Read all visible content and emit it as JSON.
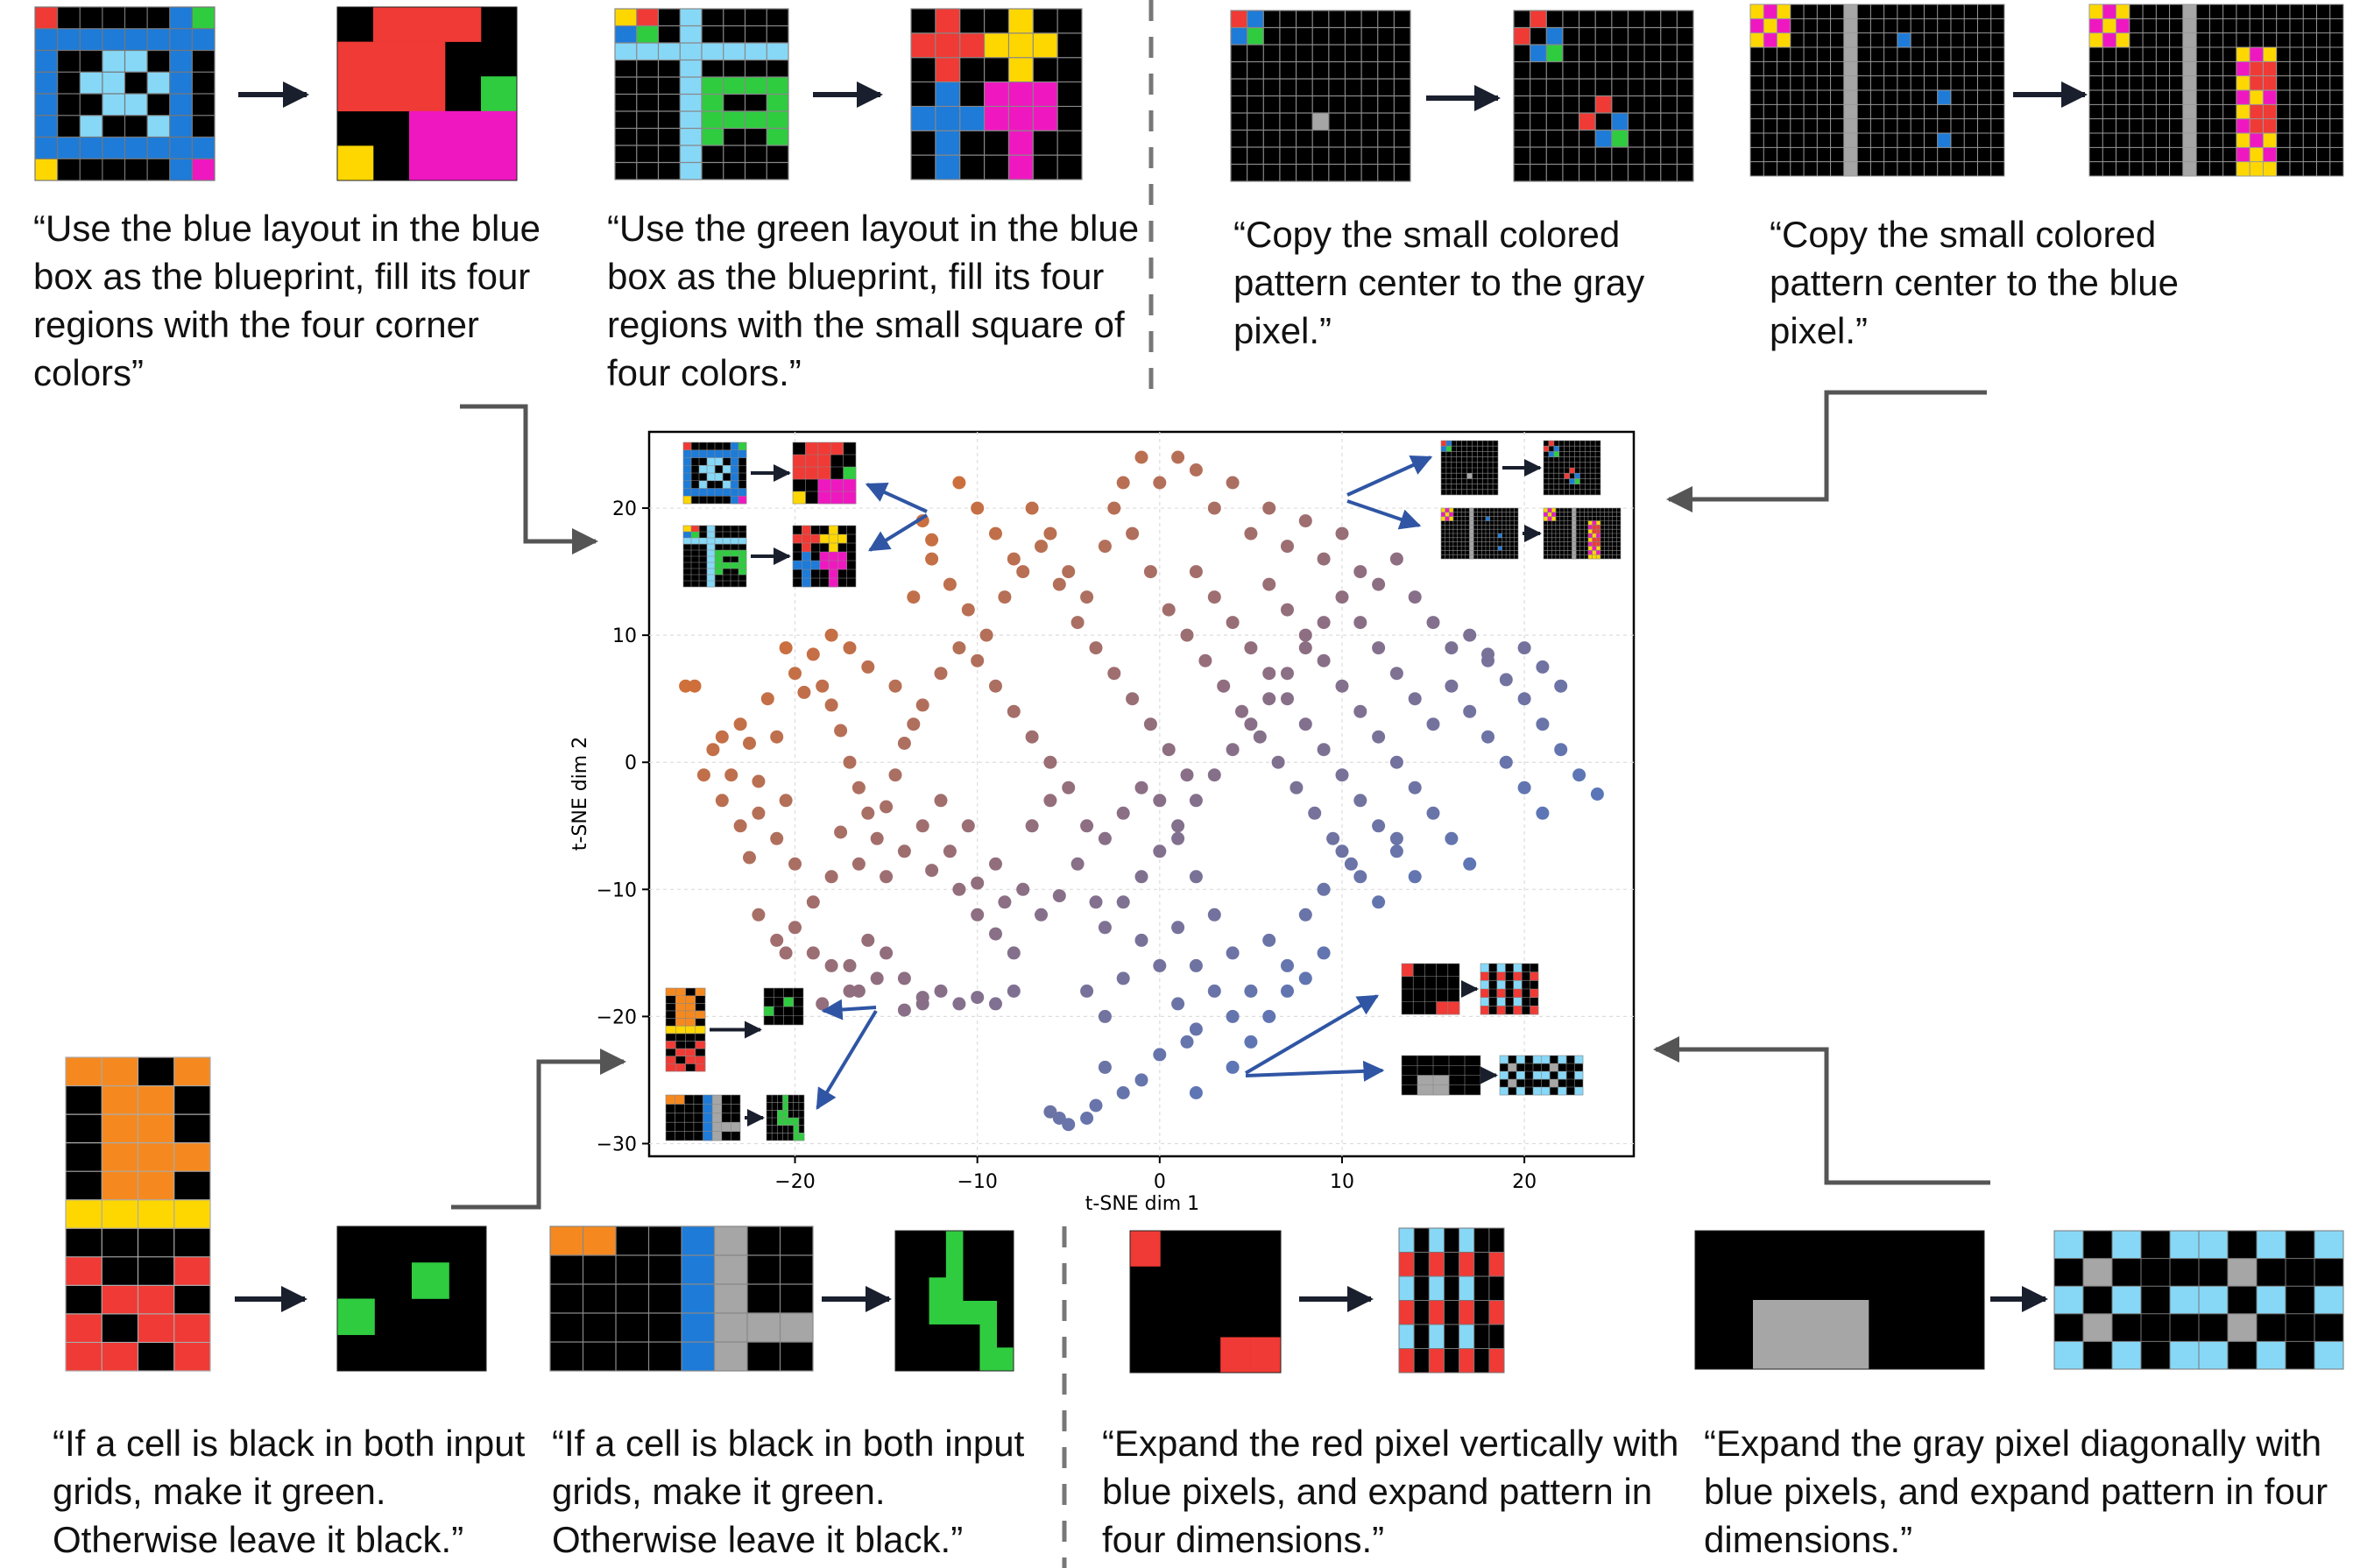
{
  "palette": {
    "black": "#000000",
    "blue": "#1e7bd8",
    "light_blue": "#87d8f7",
    "red": "#f03a35",
    "green": "#2fcc40",
    "yellow": "#ffd700",
    "magenta": "#ef18c0",
    "gray": "#a6a6a6",
    "orange": "#f5891f",
    "grid_line": "#888888",
    "connector": "#555555",
    "arrow_dark": "#1a1f2e",
    "annotation_arrow": "#2f55a4",
    "divider": "#777777"
  },
  "examples": {
    "blueprint_corner": "“Use the blue layout in the blue box as the blueprint, fill its four regions with the four corner colors”",
    "blueprint_square": "“Use the green layout in the blue box as the blueprint, fill its four regions with the small square of four colors.”",
    "copy_gray": "“Copy the small colored pattern center to the gray pixel.”",
    "copy_blue": "“Copy the small colored pattern center to the blue pixel.”",
    "black_both_1": "“If a cell is black in both input grids, make it green. Otherwise leave it black.”",
    "black_both_2": "“If a cell is black in both input grids, make it green. Otherwise leave it black.”",
    "expand_red": "“Expand the red pixel vertically with blue pixels, and expand pattern in four dimensions.”",
    "expand_gray": "“Expand the gray pixel diagonally with blue pixels, and expand pattern in four dimensions.”"
  },
  "chart_data": {
    "type": "scatter",
    "title": "",
    "xlabel": "t-SNE dim 1",
    "ylabel": "t-SNE dim 2",
    "xlim": [
      -28,
      26
    ],
    "ylim": [
      -31,
      26
    ],
    "xticks": [
      -20,
      -10,
      0,
      10,
      20
    ],
    "xtick_labels": [
      "−20",
      "−10",
      "0",
      "10",
      "20"
    ],
    "yticks": [
      20,
      10,
      0,
      -10,
      -20,
      -30
    ],
    "ytick_labels": [
      "20",
      "10",
      "0",
      "−10",
      "−20",
      "−30"
    ],
    "grid": true,
    "legend": "none",
    "color_encoding": "gradient orange (#e8701f) to blue (#3d7bd8) by cluster position",
    "points": [
      [
        -26,
        6
      ],
      [
        -25.5,
        6
      ],
      [
        -24,
        2
      ],
      [
        -24.5,
        1
      ],
      [
        -23.5,
        -1
      ],
      [
        -23,
        3
      ],
      [
        -22.5,
        1.5
      ],
      [
        -22,
        -1.5
      ],
      [
        -21.5,
        5
      ],
      [
        -21,
        2
      ],
      [
        -20.5,
        -3
      ],
      [
        -20,
        7
      ],
      [
        -19.5,
        5.5
      ],
      [
        -19,
        8.5
      ],
      [
        -18.5,
        6
      ],
      [
        -18,
        4.5
      ],
      [
        -17.5,
        2.5
      ],
      [
        -17,
        0
      ],
      [
        -16.5,
        -2
      ],
      [
        -16,
        -4
      ],
      [
        -15.5,
        -6
      ],
      [
        -15,
        -3.5
      ],
      [
        -14.5,
        -1
      ],
      [
        -14,
        1.5
      ],
      [
        -13.5,
        3
      ],
      [
        -13,
        4.5
      ],
      [
        -22,
        -4
      ],
      [
        -21,
        -6
      ],
      [
        -20,
        -8
      ],
      [
        -23,
        -5
      ],
      [
        -24,
        -3
      ],
      [
        -25,
        -1
      ],
      [
        -22.5,
        -7.5
      ],
      [
        -19,
        -11
      ],
      [
        -18,
        -9
      ],
      [
        -17.5,
        -5.5
      ],
      [
        -16.5,
        -8
      ],
      [
        -15,
        -9
      ],
      [
        -14,
        -7
      ],
      [
        -13,
        -5
      ],
      [
        -12,
        -3
      ],
      [
        -11.5,
        -7
      ],
      [
        -10.5,
        -5
      ],
      [
        -10,
        -9.5
      ],
      [
        -9,
        -8
      ],
      [
        -8.5,
        -11
      ],
      [
        -7.5,
        -10
      ],
      [
        -6.5,
        -12
      ],
      [
        -5.5,
        -10.5
      ],
      [
        -4.5,
        -8
      ],
      [
        -3.5,
        -11
      ],
      [
        -12.5,
        -8.5
      ],
      [
        -20.5,
        9
      ],
      [
        -18,
        10
      ],
      [
        -17,
        9
      ],
      [
        -16,
        7.5
      ],
      [
        -14.5,
        6
      ],
      [
        -12,
        7
      ],
      [
        -11,
        9
      ],
      [
        -10,
        8
      ],
      [
        -9,
        6
      ],
      [
        -8,
        4
      ],
      [
        -7,
        2
      ],
      [
        -6,
        0
      ],
      [
        -5,
        -2
      ],
      [
        -13.5,
        13
      ],
      [
        -12.5,
        16
      ],
      [
        -11.5,
        14
      ],
      [
        -10.5,
        12
      ],
      [
        -9.5,
        10
      ],
      [
        -8.5,
        13
      ],
      [
        -7.5,
        15
      ],
      [
        -6.5,
        17
      ],
      [
        -5.5,
        14
      ],
      [
        -4.5,
        11
      ],
      [
        -3.5,
        9
      ],
      [
        -2.5,
        7
      ],
      [
        -1.5,
        5
      ],
      [
        -0.5,
        3
      ],
      [
        0.5,
        1
      ],
      [
        1.5,
        -1
      ],
      [
        -13,
        19
      ],
      [
        -12.5,
        17.5
      ],
      [
        -11,
        22
      ],
      [
        -10,
        20
      ],
      [
        -9,
        18
      ],
      [
        -8,
        16
      ],
      [
        -7,
        20
      ],
      [
        -6,
        18
      ],
      [
        -5,
        15
      ],
      [
        -4,
        13
      ],
      [
        -3,
        17
      ],
      [
        -2,
        22
      ],
      [
        -1,
        24
      ],
      [
        0,
        22
      ],
      [
        1,
        24
      ],
      [
        2,
        23
      ],
      [
        3,
        20
      ],
      [
        4,
        22
      ],
      [
        5,
        18
      ],
      [
        6,
        20
      ],
      [
        7,
        17
      ],
      [
        8,
        19
      ],
      [
        9,
        16
      ],
      [
        10,
        18
      ],
      [
        11,
        15
      ],
      [
        12,
        14
      ],
      [
        13,
        16
      ],
      [
        14,
        13
      ],
      [
        15,
        11
      ],
      [
        -2.5,
        20
      ],
      [
        -1.5,
        18
      ],
      [
        -0.5,
        15
      ],
      [
        0.5,
        12
      ],
      [
        1.5,
        10
      ],
      [
        2.5,
        8
      ],
      [
        3.5,
        6
      ],
      [
        4.5,
        4
      ],
      [
        5.5,
        2
      ],
      [
        6.5,
        0
      ],
      [
        7.5,
        -2
      ],
      [
        8.5,
        -4
      ],
      [
        9.5,
        -6
      ],
      [
        10.5,
        -8
      ],
      [
        2,
        15
      ],
      [
        3,
        13
      ],
      [
        4,
        11
      ],
      [
        5,
        9
      ],
      [
        6,
        7
      ],
      [
        7,
        5
      ],
      [
        8,
        3
      ],
      [
        9,
        1
      ],
      [
        10,
        -1
      ],
      [
        11,
        -3
      ],
      [
        12,
        -5
      ],
      [
        13,
        -7
      ],
      [
        14,
        -9
      ],
      [
        6,
        14
      ],
      [
        7,
        12
      ],
      [
        8,
        10
      ],
      [
        9,
        8
      ],
      [
        10,
        6
      ],
      [
        11,
        4
      ],
      [
        12,
        2
      ],
      [
        13,
        0
      ],
      [
        14,
        -2
      ],
      [
        15,
        -4
      ],
      [
        16,
        -6
      ],
      [
        17,
        -8
      ],
      [
        16,
        6
      ],
      [
        17,
        4
      ],
      [
        18,
        2
      ],
      [
        19,
        0
      ],
      [
        20,
        -2
      ],
      [
        21,
        -4
      ],
      [
        18,
        8
      ],
      [
        19,
        6.5
      ],
      [
        20,
        5
      ],
      [
        21,
        3
      ],
      [
        22,
        1
      ],
      [
        23,
        -1
      ],
      [
        24,
        -2.5
      ],
      [
        20,
        9
      ],
      [
        21,
        7.5
      ],
      [
        22,
        6
      ],
      [
        16,
        9
      ],
      [
        17,
        10
      ],
      [
        18,
        8.5
      ],
      [
        15,
        3
      ],
      [
        14,
        5
      ],
      [
        13,
        7
      ],
      [
        12,
        9
      ],
      [
        11,
        11
      ],
      [
        10,
        13
      ],
      [
        9,
        11
      ],
      [
        8,
        9
      ],
      [
        7,
        7
      ],
      [
        6,
        5
      ],
      [
        5,
        3
      ],
      [
        4,
        1
      ],
      [
        3,
        -1
      ],
      [
        2,
        -3
      ],
      [
        1,
        -5
      ],
      [
        0,
        -7
      ],
      [
        -1,
        -9
      ],
      [
        -2,
        -11
      ],
      [
        -3,
        -13
      ],
      [
        0,
        -3
      ],
      [
        1,
        -6
      ],
      [
        2,
        -9
      ],
      [
        3,
        -12
      ],
      [
        4,
        -15
      ],
      [
        5,
        -18
      ],
      [
        6,
        -14
      ],
      [
        7,
        -16
      ],
      [
        8,
        -12
      ],
      [
        9,
        -10
      ],
      [
        10,
        -7
      ],
      [
        11,
        -9
      ],
      [
        12,
        -11
      ],
      [
        13,
        -6
      ],
      [
        -1,
        -14
      ],
      [
        0,
        -16
      ],
      [
        1,
        -13
      ],
      [
        2,
        -16
      ],
      [
        3,
        -18
      ],
      [
        4,
        -20
      ],
      [
        5,
        -22
      ],
      [
        1,
        -19
      ],
      [
        2,
        -21
      ],
      [
        0,
        -23
      ],
      [
        -1,
        -25
      ],
      [
        -2,
        -26
      ],
      [
        -3,
        -24
      ],
      [
        -4,
        -28
      ],
      [
        -5,
        -28.5
      ],
      [
        -5.5,
        -28
      ],
      [
        -6,
        -27.5
      ],
      [
        -3.5,
        -27
      ],
      [
        2,
        -26
      ],
      [
        4,
        -24
      ],
      [
        1.5,
        -22
      ],
      [
        -3,
        -20
      ],
      [
        -4,
        -18
      ],
      [
        -2,
        -17
      ],
      [
        6,
        -20
      ],
      [
        7,
        -18
      ],
      [
        8,
        -17
      ],
      [
        9,
        -15
      ],
      [
        -8,
        -15
      ],
      [
        -9,
        -13.5
      ],
      [
        -10,
        -12
      ],
      [
        -11,
        -10
      ],
      [
        -12,
        -18
      ],
      [
        -13,
        -19
      ],
      [
        -14,
        -17
      ],
      [
        -15,
        -15
      ],
      [
        -16,
        -14
      ],
      [
        -17,
        -18
      ],
      [
        -18,
        -16
      ],
      [
        -19,
        -15
      ],
      [
        -20,
        -13
      ],
      [
        -11,
        -19
      ],
      [
        -10,
        -18.5
      ],
      [
        -9,
        -19
      ],
      [
        -8,
        -18
      ],
      [
        -22,
        -12
      ],
      [
        -21,
        -14
      ],
      [
        -20.5,
        -15
      ],
      [
        -6,
        -3
      ],
      [
        -4,
        -5
      ],
      [
        -3,
        -6
      ],
      [
        -7,
        -5
      ],
      [
        -2,
        -4
      ],
      [
        -1,
        -2
      ],
      [
        -18.5,
        -19
      ],
      [
        -16.5,
        -18
      ],
      [
        -15.5,
        -17
      ],
      [
        -17,
        -16
      ],
      [
        -14,
        -19.5
      ],
      [
        -13,
        -18.5
      ]
    ]
  }
}
